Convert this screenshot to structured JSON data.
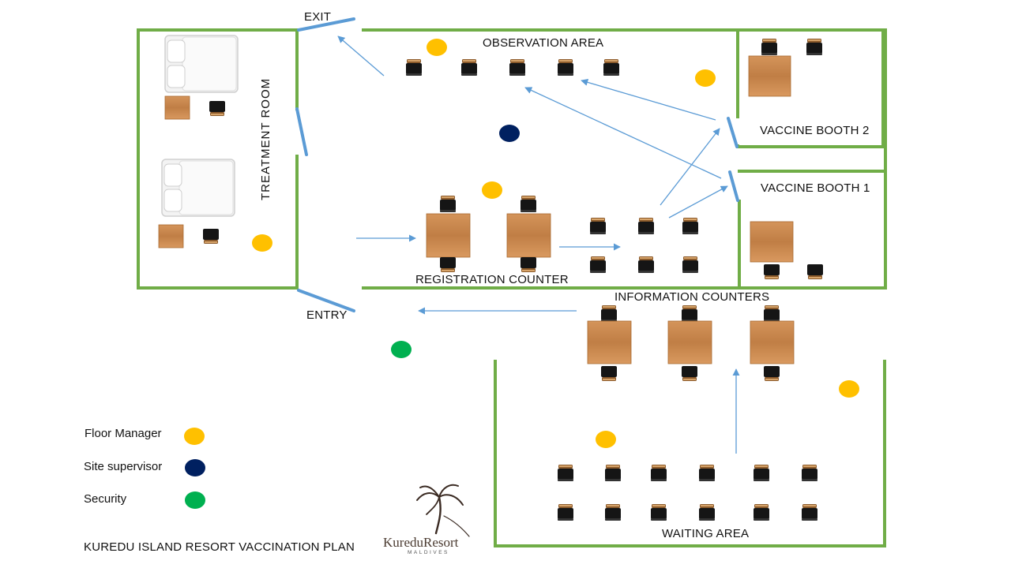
{
  "plan": {
    "title": "KUREDU ISLAND RESORT VACCINATION PLAN",
    "rooms": {
      "treatment": "TREATMENT  ROOM",
      "observation": "OBSERVATION AREA",
      "vaccine_booth_2": "VACCINE BOOTH 2",
      "vaccine_booth_1": "VACCINE BOOTH 1",
      "registration": "REGISTRATION COUNTER",
      "information": "INFORMATION COUNTERS",
      "waiting": "WAITING AREA"
    },
    "doors": {
      "exit": "EXIT",
      "entry": "ENTRY"
    }
  },
  "legend": [
    {
      "label": "Floor Manager",
      "color": "#FFC000"
    },
    {
      "label": "Site supervisor",
      "color": "#002060"
    },
    {
      "label": "Security",
      "color": "#00B050"
    }
  ],
  "colors": {
    "wall": "#70AD47",
    "door": "#5B9BD5",
    "arrow": "#5B9BD5",
    "table": "#C8874B",
    "chair": "#151515",
    "chair_back": "#8B5A2B"
  },
  "logo": {
    "name": "KureduResort",
    "sub": "MALDIVES"
  }
}
